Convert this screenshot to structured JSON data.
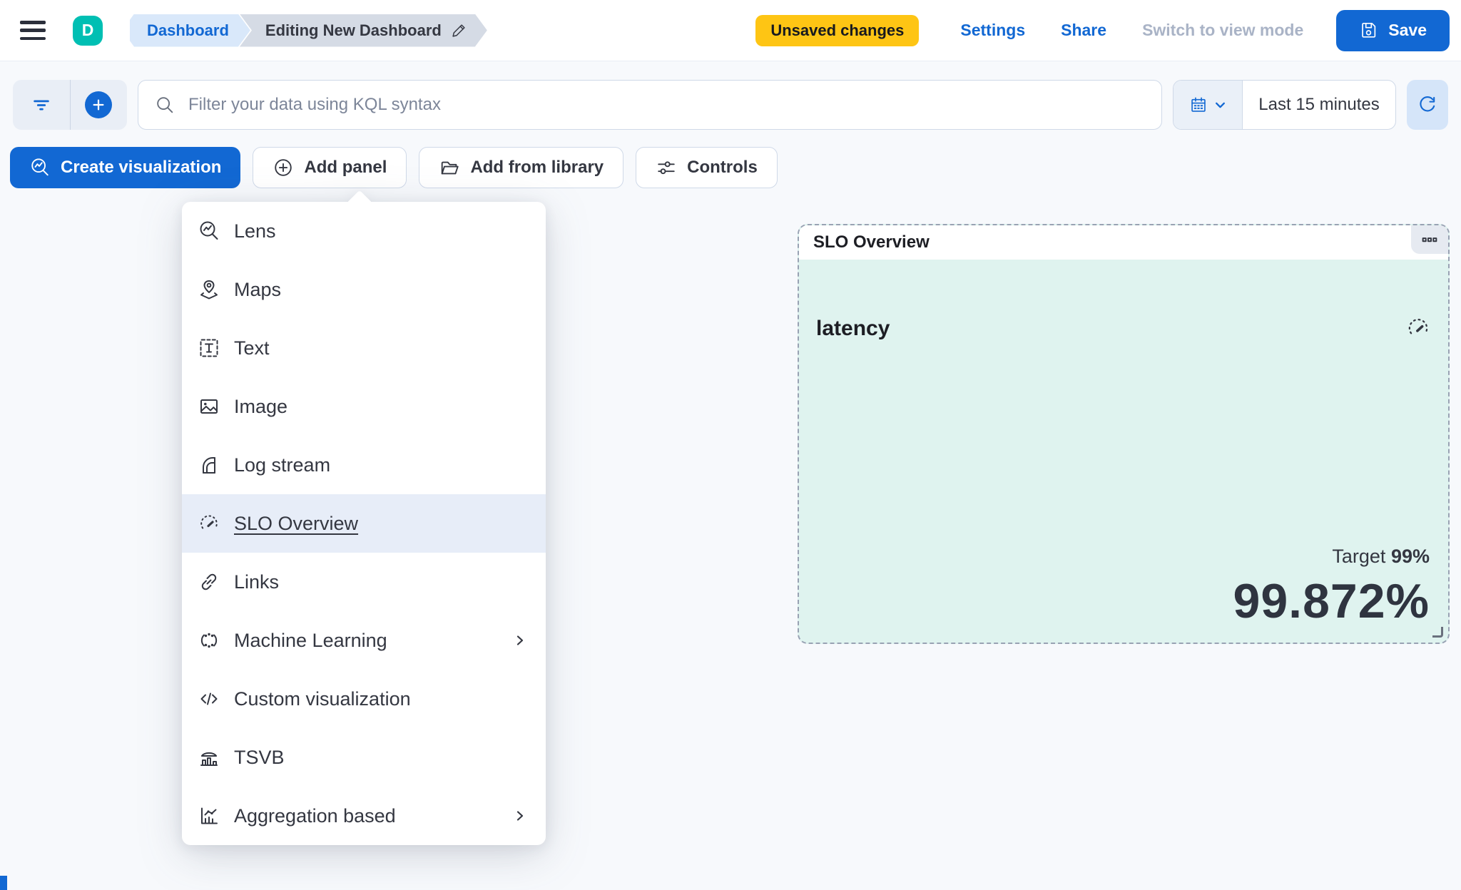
{
  "colors": {
    "primary_blue": "#1268D3",
    "avatar_teal": "#00BFB3",
    "badge_yellow": "#FEC514",
    "panel_mint": "#DFF3EF",
    "selection_blue": "#E7EDF8",
    "dashed_border_gray": "#98A2B3",
    "text_dark": "#343741"
  },
  "topbar": {
    "avatar_initial": "D",
    "breadcrumbs": [
      {
        "label": "Dashboard"
      },
      {
        "label": "Editing New Dashboard"
      }
    ],
    "unsaved_badge": "Unsaved changes",
    "settings_label": "Settings",
    "share_label": "Share",
    "view_mode_label": "Switch to view mode",
    "save_label": "Save"
  },
  "querybar": {
    "search_placeholder": "Filter your data using KQL syntax",
    "search_value": "",
    "time_range": "Last 15 minutes"
  },
  "toolbar": {
    "create_visualization": "Create visualization",
    "add_panel": "Add panel",
    "add_from_library": "Add from library",
    "controls": "Controls"
  },
  "add_panel_menu": {
    "items": [
      {
        "label": "Lens",
        "icon": "lens-icon",
        "selected": false,
        "submenu": false
      },
      {
        "label": "Maps",
        "icon": "maps-icon",
        "selected": false,
        "submenu": false
      },
      {
        "label": "Text",
        "icon": "text-icon",
        "selected": false,
        "submenu": false
      },
      {
        "label": "Image",
        "icon": "image-icon",
        "selected": false,
        "submenu": false
      },
      {
        "label": "Log stream",
        "icon": "log-stream-icon",
        "selected": false,
        "submenu": false
      },
      {
        "label": "SLO Overview",
        "icon": "slo-gauge-icon",
        "selected": true,
        "submenu": false
      },
      {
        "label": "Links",
        "icon": "links-icon",
        "selected": false,
        "submenu": false
      },
      {
        "label": "Machine Learning",
        "icon": "machine-learning-icon",
        "selected": false,
        "submenu": true
      },
      {
        "label": "Custom visualization",
        "icon": "code-icon",
        "selected": false,
        "submenu": false
      },
      {
        "label": "TSVB",
        "icon": "tsvb-icon",
        "selected": false,
        "submenu": false
      },
      {
        "label": "Aggregation based",
        "icon": "aggregation-icon",
        "selected": false,
        "submenu": true
      }
    ]
  },
  "slo_panel": {
    "header": "SLO Overview",
    "title": "latency",
    "target_label": "Target",
    "target_value": "99%",
    "value": "99.872%"
  }
}
